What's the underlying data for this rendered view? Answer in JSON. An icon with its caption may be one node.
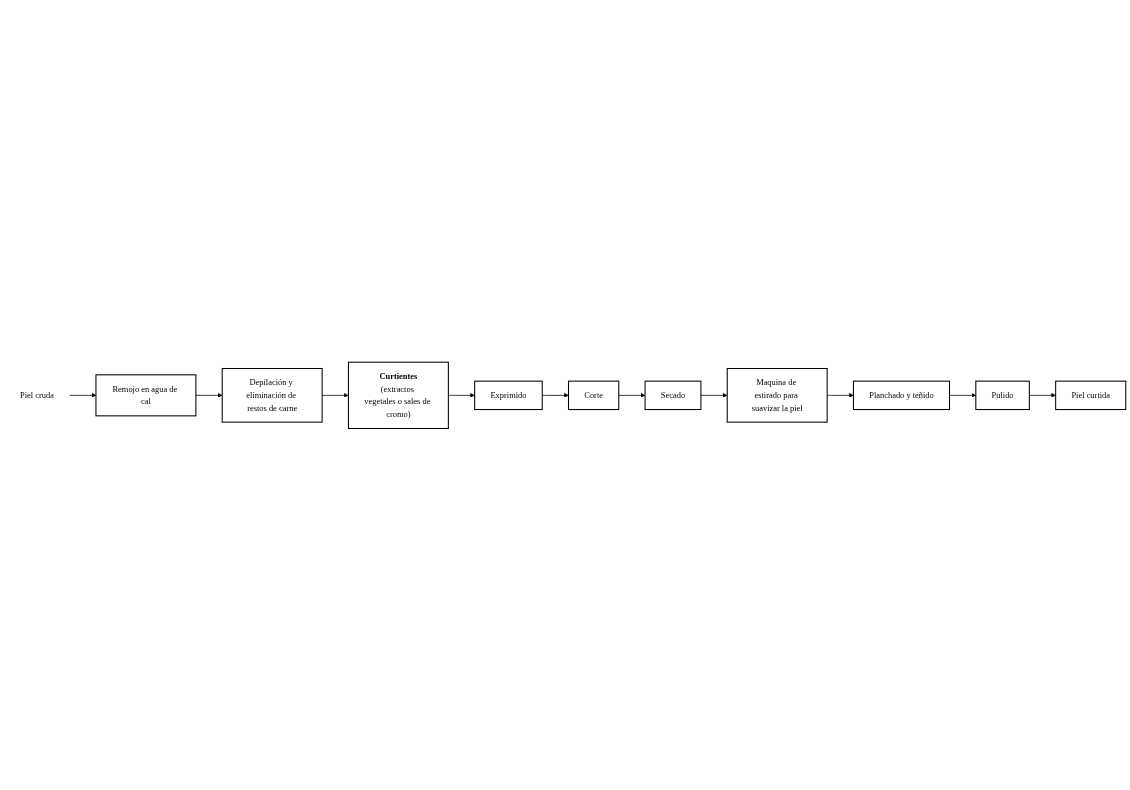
{
  "diagram": {
    "nodes": [
      {
        "text": [
          "Piel cruda"
        ]
      },
      {
        "text": [
          "Remojo en agua de cal"
        ]
      },
      {
        "text": [
          "Depilación y eliminación de restos de carne"
        ]
      },
      {
        "text": [
          "Curtientes",
          "(extractos vegetales o sales de cromo)"
        ]
      },
      {
        "text": [
          "Exprimido"
        ]
      },
      {
        "text": [
          "Corte"
        ]
      },
      {
        "text": [
          "Secado"
        ]
      },
      {
        "text": [
          "Maquina de estirado para suavizar la piel"
        ]
      },
      {
        "text": [
          "Planchado y teñido"
        ]
      },
      {
        "text": [
          "Pulido"
        ]
      },
      {
        "text": [
          "Piel curtida"
        ]
      }
    ],
    "edges": [
      {
        "from": 0,
        "to": 1,
        "arrow": "to"
      },
      {
        "from": 1,
        "to": 2,
        "arrow": "to"
      },
      {
        "from": 2,
        "to": 3,
        "arrow": "to"
      },
      {
        "from": 3,
        "to": 4,
        "arrow": "to"
      },
      {
        "from": 4,
        "to": 5,
        "arrow": "to"
      },
      {
        "from": 5,
        "to": 6,
        "arrow": "to"
      },
      {
        "from": 6,
        "to": 7,
        "arrow": "to"
      },
      {
        "from": 7,
        "to": 8,
        "arrow": "to"
      },
      {
        "from": 8,
        "to": 9,
        "arrow": "to"
      },
      {
        "from": 9,
        "to": 10,
        "arrow": "to"
      }
    ]
  }
}
